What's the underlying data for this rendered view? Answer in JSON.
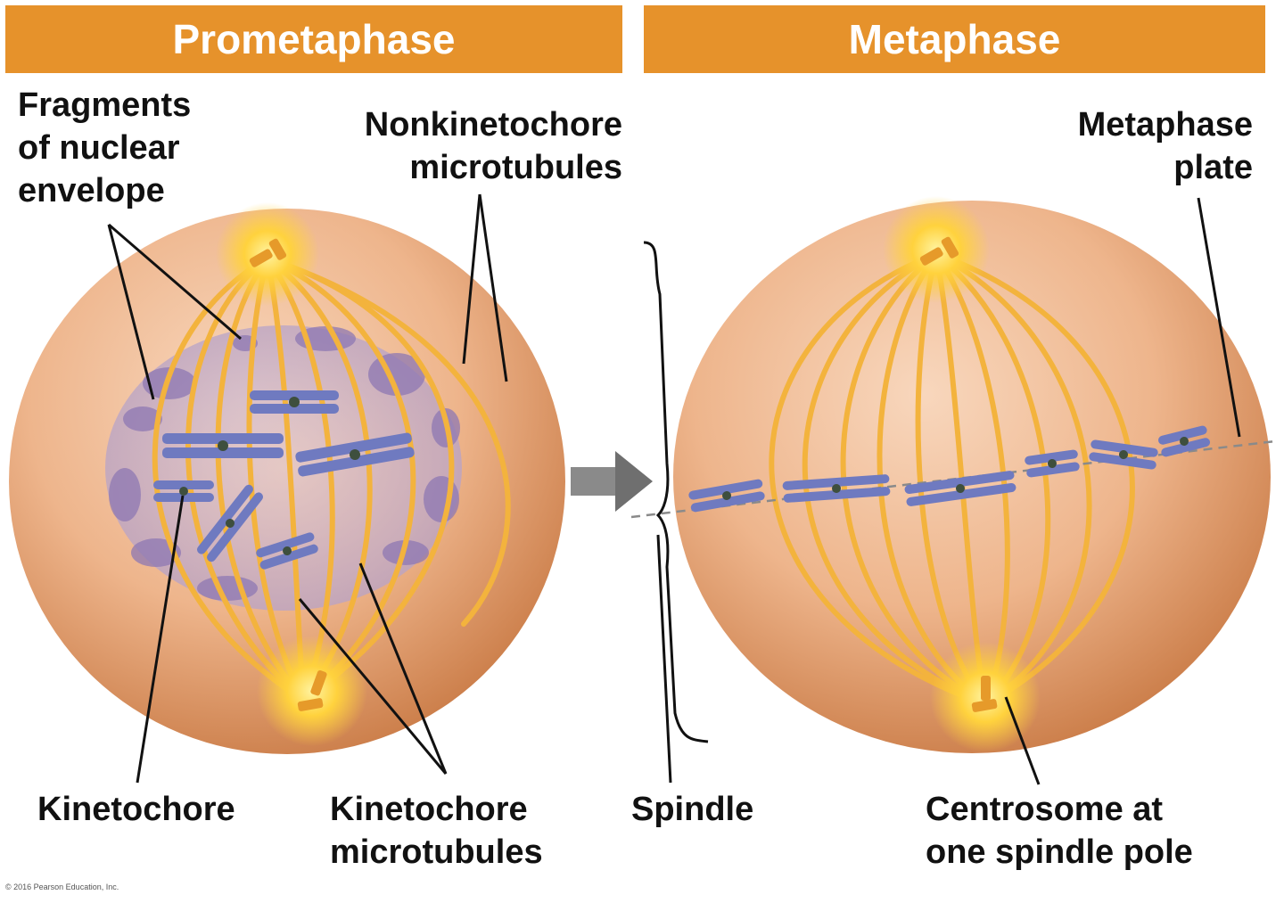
{
  "panels": {
    "left_title": "Prometaphase",
    "right_title": "Metaphase"
  },
  "labels": {
    "fragments": "Fragments\nof nuclear\nenvelope",
    "nonkinetochore": "Nonkinetochore\nmicrotubules",
    "kinetochore": "Kinetochore",
    "kinetochore_microtubules": "Kinetochore\nmicrotubules",
    "metaphase_plate": "Metaphase\nplate",
    "spindle": "Spindle",
    "centrosome": "Centrosome at\none spindle pole"
  },
  "copyright": "© 2016 Pearson Education, Inc.",
  "colors": {
    "banner": "#e6922b",
    "cell": "#eaa774",
    "microtubule": "#f3b33d",
    "chromosome": "#6f7ac0",
    "nuclear_envelope": "#9b86b6",
    "arrow": "#8a8a8a"
  }
}
